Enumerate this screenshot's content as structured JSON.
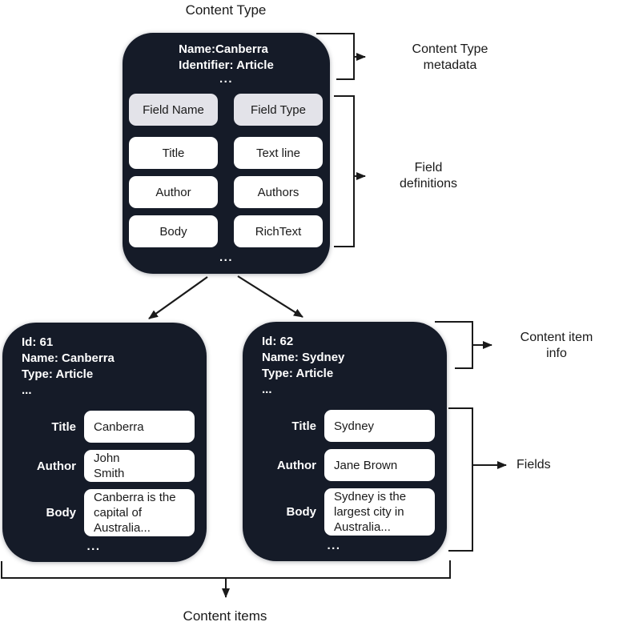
{
  "title": "Content Type",
  "bottom_label": "Content items",
  "colors": {
    "box_background": "#151b28",
    "header_cell_background": "#e3e3e9",
    "cell_background": "#ffffff",
    "text_on_dark": "#ffffff",
    "text_on_light": "#1a1a1a",
    "connector": "#1a1a1a"
  },
  "content_type": {
    "meta_line1": "Name:Canberra",
    "meta_line2": "Identifier: Article",
    "meta_ellipsis": "...",
    "field_table": {
      "headers": [
        "Field Name",
        "Field Type"
      ],
      "rows": [
        {
          "name": "Title",
          "type": "Text line"
        },
        {
          "name": "Author",
          "type": "Authors"
        },
        {
          "name": "Body",
          "type": "RichText"
        }
      ],
      "ellipsis": "..."
    }
  },
  "content_items": [
    {
      "meta_lines": [
        "Id: 61",
        "Name: Canberra",
        "Type: Article",
        "..."
      ],
      "fields": [
        {
          "label": "Title",
          "value": "Canberra"
        },
        {
          "label": "Author",
          "value": "John\nSmith"
        },
        {
          "label": "Body",
          "value": "Canberra is the\ncapital of\nAustralia..."
        }
      ],
      "ellipsis": "..."
    },
    {
      "meta_lines": [
        "Id: 62",
        "Name: Sydney",
        "Type: Article",
        "..."
      ],
      "fields": [
        {
          "label": "Title",
          "value": "Sydney"
        },
        {
          "label": "Author",
          "value": "Jane Brown"
        },
        {
          "label": "Body",
          "value": "Sydney is the\nlargest city in\nAustralia..."
        }
      ],
      "ellipsis": "..."
    }
  ],
  "annotations": {
    "content_type_metadata": {
      "line1": "Content Type",
      "line2": "metadata"
    },
    "field_definitions": {
      "line1": "Field",
      "line2": "definitions"
    },
    "content_item_info": {
      "line1": "Content item",
      "line2": "info"
    },
    "fields_label": "Fields"
  }
}
